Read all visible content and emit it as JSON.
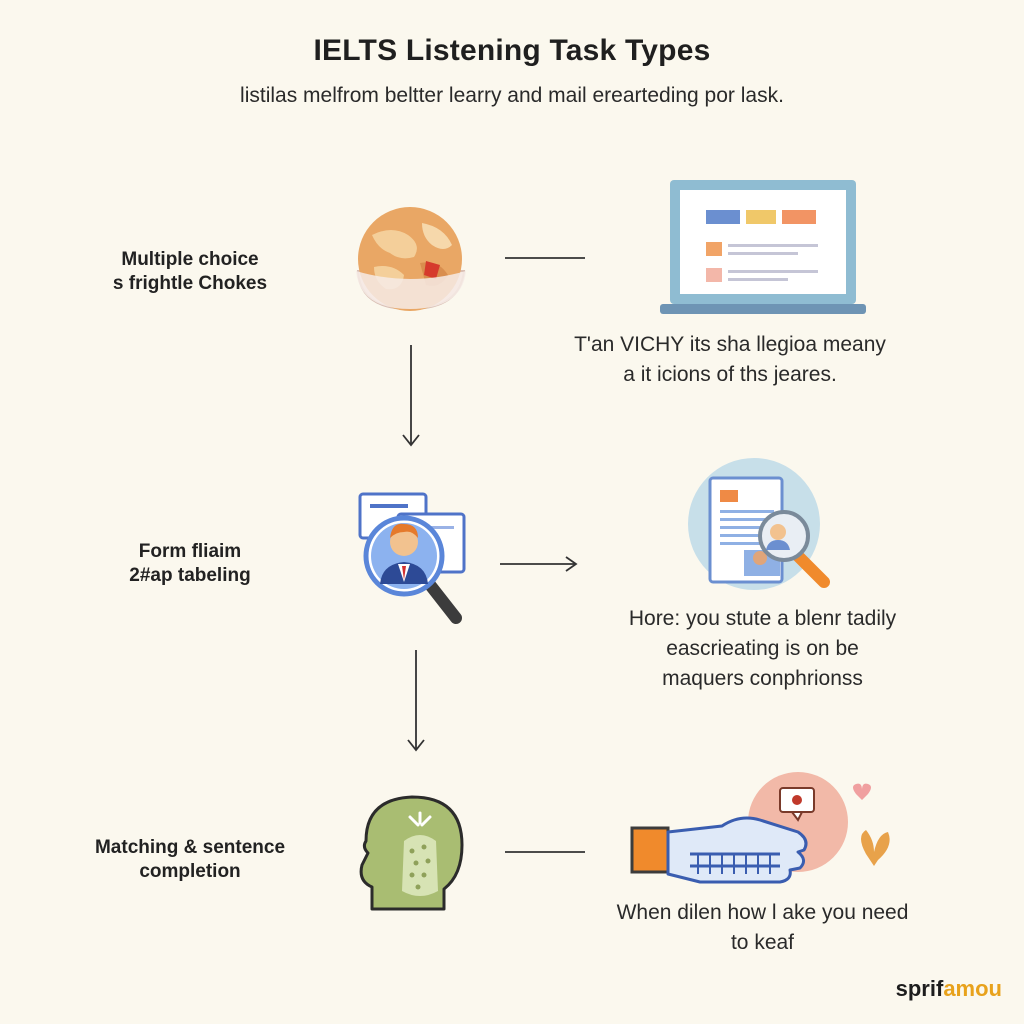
{
  "header": {
    "title": "IELTS Listening Task Types",
    "subtitle": "listilas melfrom beltter learry and mail erearteding por lask."
  },
  "rows": [
    {
      "label_lines": [
        "Multiple choice",
        "s frightle Chokes"
      ],
      "desc_lines": [
        "T'an VICHY its sha llegioa meany",
        "a it icions of ths jeares."
      ],
      "left_icon": "globe-icon",
      "right_icon": "laptop-icon"
    },
    {
      "label_lines": [
        "Form fliaim",
        "2#ap tabeling"
      ],
      "desc_lines": [
        "Hore: you stute a blenr tadily",
        "eascrieating is on be",
        "maquers conphrionss"
      ],
      "left_icon": "profile-search-icon",
      "right_icon": "document-search-icon"
    },
    {
      "label_lines": [
        "Matching & sentence",
        "completion"
      ],
      "desc_lines": [
        "When dilen how l ake you need",
        "to keaf"
      ],
      "left_icon": "head-icon",
      "right_icon": "hand-icon"
    }
  ],
  "brand": {
    "part1": "sprif",
    "part2": "amou"
  },
  "colors": {
    "background": "#fbf8ee",
    "accent_orange": "#e88a3a",
    "accent_blue": "#5b8bd6",
    "accent_green": "#a9bd72"
  }
}
